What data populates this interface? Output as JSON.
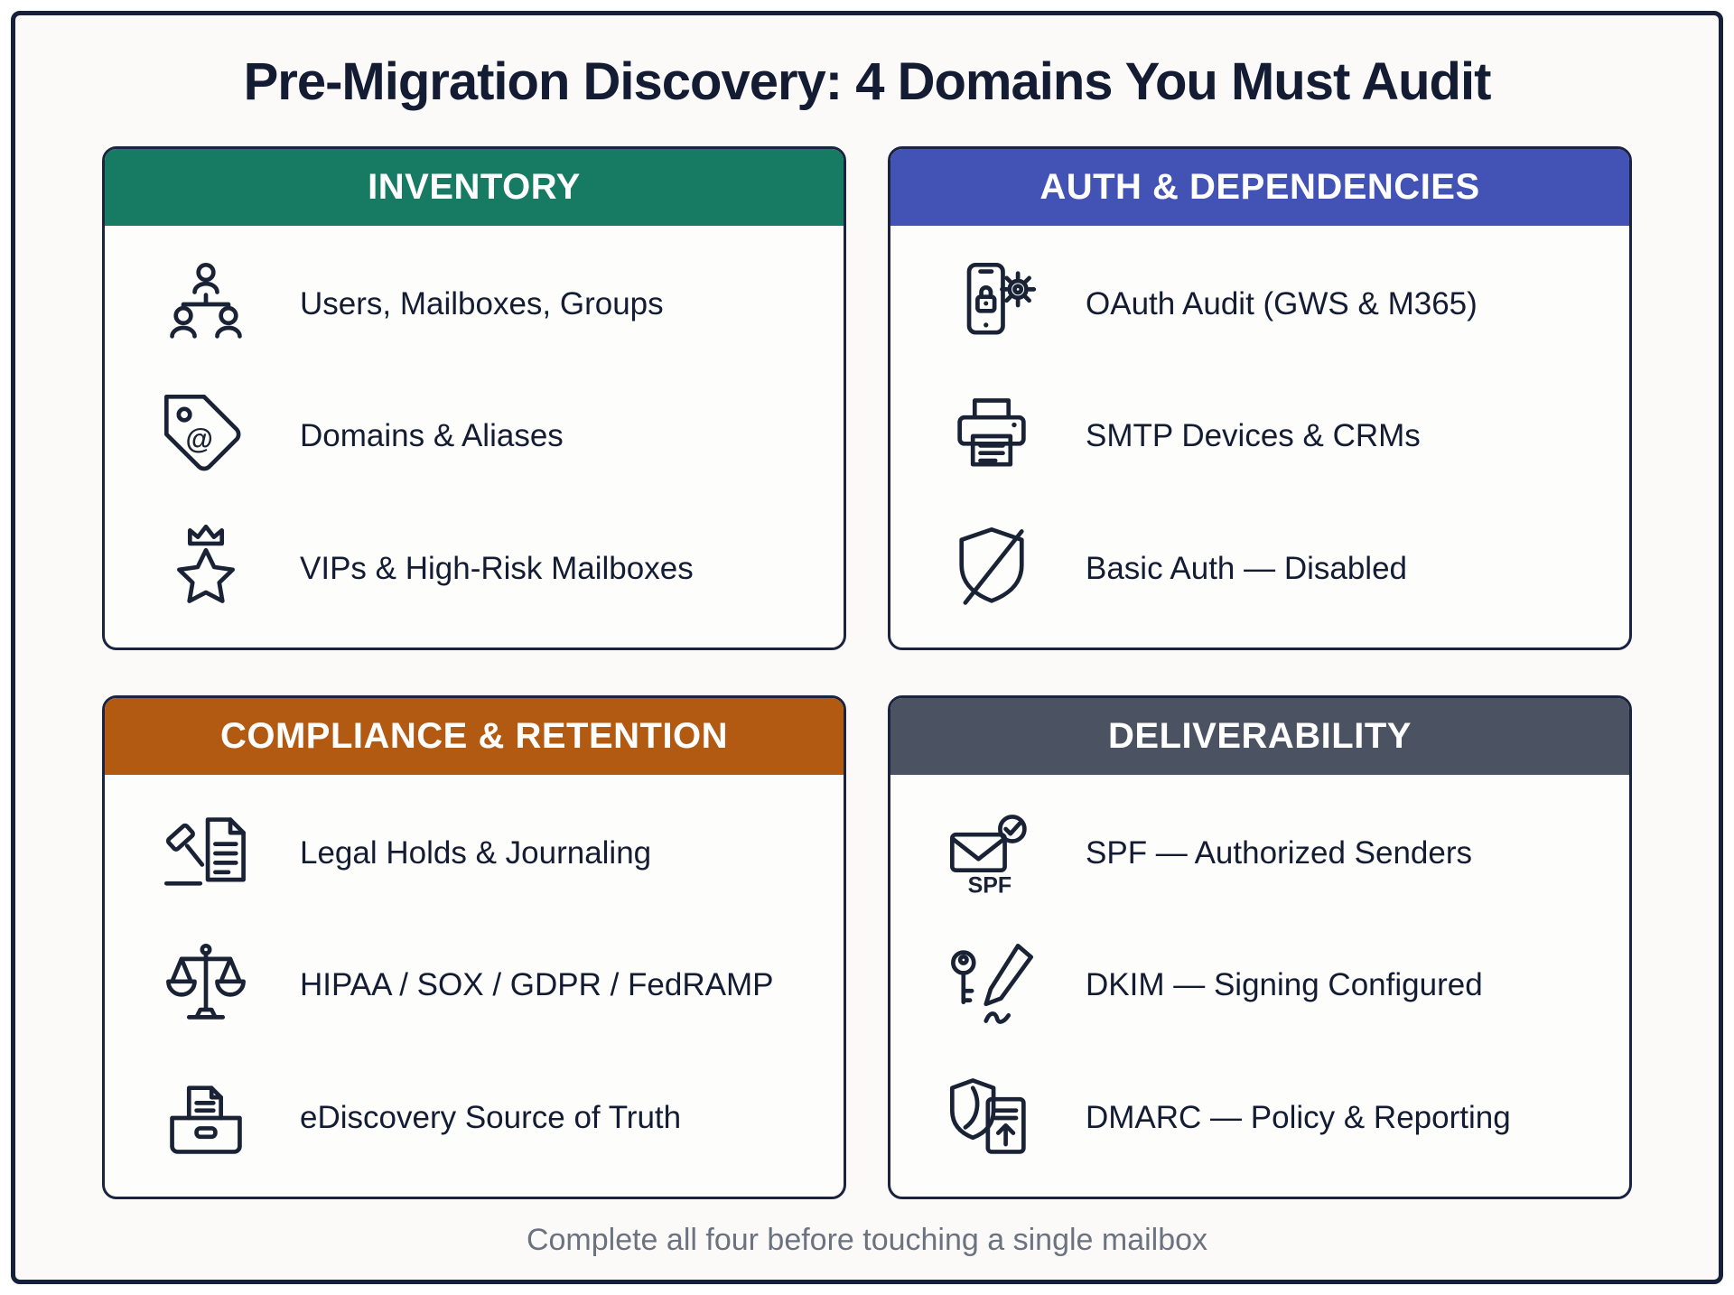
{
  "page": {
    "title": "Pre-Migration Discovery: 4 Domains You Must Audit",
    "footer": "Complete all four before touching a single mailbox"
  },
  "colors": {
    "ink": "#16203a",
    "inventory_header": "#177a63",
    "auth_header": "#4352b5",
    "compliance_header": "#b35a12",
    "deliverability_header": "#4b5363",
    "background": "#fbfaf8",
    "footer_text": "#6b7280"
  },
  "cards": [
    {
      "title": "INVENTORY",
      "items": [
        {
          "icon": "org-chart-users-icon",
          "label": "Users, Mailboxes, Groups"
        },
        {
          "icon": "tag-at-icon",
          "label": "Domains & Aliases"
        },
        {
          "icon": "star-crown-icon",
          "label": "VIPs & High-Risk Mailboxes"
        }
      ]
    },
    {
      "title": "AUTH & DEPENDENCIES",
      "items": [
        {
          "icon": "phone-lock-gear-icon",
          "label": "OAuth Audit (GWS & M365)"
        },
        {
          "icon": "printer-icon",
          "label": "SMTP Devices & CRMs"
        },
        {
          "icon": "shield-slash-icon",
          "label": "Basic Auth — Disabled"
        }
      ]
    },
    {
      "title": "COMPLIANCE & RETENTION",
      "items": [
        {
          "icon": "gavel-document-icon",
          "label": "Legal Holds & Journaling"
        },
        {
          "icon": "scales-icon",
          "label": "HIPAA / SOX / GDPR / FedRAMP"
        },
        {
          "icon": "archive-box-icon",
          "label": "eDiscovery Source of Truth"
        }
      ]
    },
    {
      "title": "DELIVERABILITY",
      "items": [
        {
          "icon": "envelope-check-icon",
          "icon_text": "SPF",
          "label": "SPF — Authorized Senders"
        },
        {
          "icon": "key-signature-icon",
          "label": "DKIM — Signing Configured"
        },
        {
          "icon": "shield-report-icon",
          "label": "DMARC — Policy & Reporting"
        }
      ]
    }
  ]
}
